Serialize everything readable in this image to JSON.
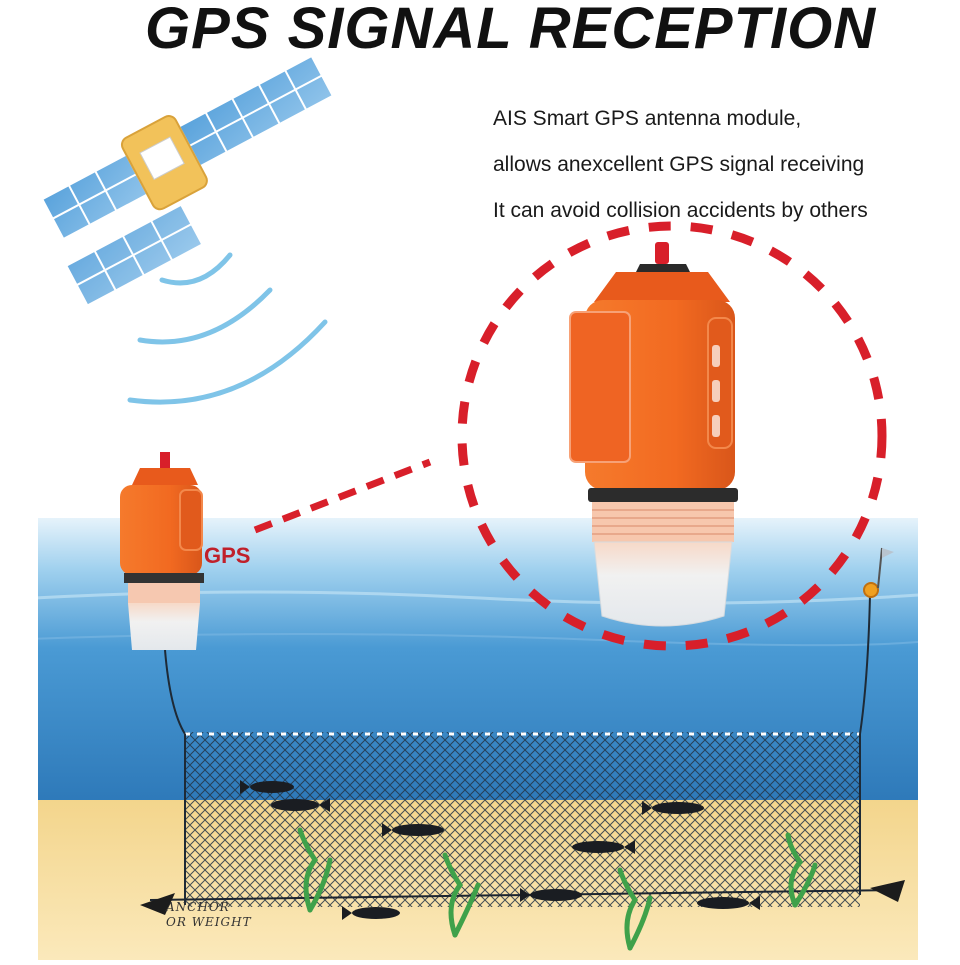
{
  "header": {
    "title": "GPS SIGNAL RECEPTION"
  },
  "description": {
    "lines": [
      "AIS Smart GPS antenna module,",
      "allows anexcellent GPS signal receiving",
      "It can avoid collision accidents by others"
    ]
  },
  "labels": {
    "gps": "GPS",
    "anchor_line1": "ANCHOR",
    "anchor_line2": "OR WEIGHT"
  },
  "colors": {
    "buoy_orange": "#f26a21",
    "dash_red": "#d81f2a",
    "water_top": "#cfe8f5",
    "water_deep": "#2f7fc0",
    "sand": "#f5dc9a"
  }
}
